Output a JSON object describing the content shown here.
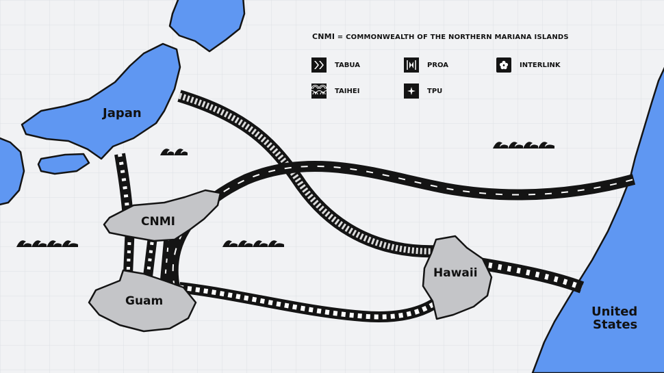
{
  "legend": {
    "abbrev": "CNMI",
    "abbrev_sep": " = ",
    "abbrev_full": "COMMONWEALTH OF THE NORTHERN MARIANA ISLANDS",
    "items": [
      {
        "label": "TABUA",
        "icon": "double-chevron-icon"
      },
      {
        "label": "PROA",
        "icon": "proa-sail-icon"
      },
      {
        "label": "INTERLINK",
        "icon": "flower-icon"
      },
      {
        "label": "TAIHEI",
        "icon": "wave-scale-icon"
      },
      {
        "label": "TPU",
        "icon": "star-compass-icon"
      }
    ]
  },
  "regions": {
    "japan": "Japan",
    "cnmi": "CNMI",
    "guam": "Guam",
    "hawaii": "Hawaii",
    "us_line1": "United",
    "us_line2": "States"
  },
  "cables": [
    {
      "name": "TABUA",
      "route": "Hawaii – United States"
    },
    {
      "name": "PROA",
      "route": "Japan – CNMI – Guam"
    },
    {
      "name": "INTERLINK",
      "route": "Guam – Hawaii"
    },
    {
      "name": "TAIHEI",
      "route": "Japan – Hawaii"
    },
    {
      "name": "TPU",
      "route": "CNMI / Guam – United States"
    }
  ],
  "colors": {
    "land": "#5f97f2",
    "island": "#c4c5c8",
    "cable": "#141414",
    "background": "#f1f2f4",
    "grid": "#dde0e4"
  }
}
